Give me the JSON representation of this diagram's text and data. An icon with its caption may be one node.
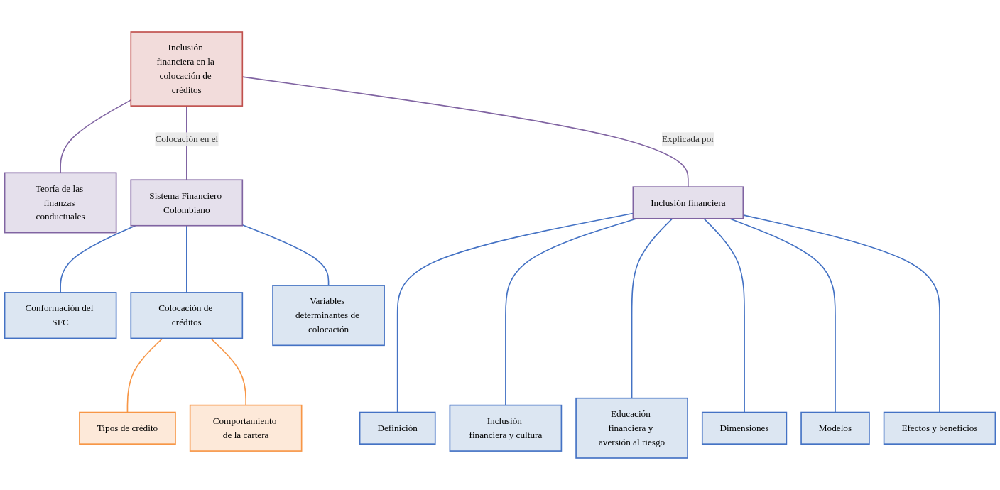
{
  "diagram": {
    "nodes": [
      {
        "text": [
          "Inclusión financiera en la colocación de créditos"
        ]
      },
      {
        "text": [
          "Sistema Financiero Colombiano"
        ]
      },
      {
        "text": [
          "Inclusión financiera"
        ]
      },
      {
        "text": [
          "Teoría de las finanzas conductuales"
        ]
      },
      {
        "text": [
          "Conformación del SFC"
        ]
      },
      {
        "text": [
          "Colocación de créditos"
        ]
      },
      {
        "text": [
          "Variables determinantes de colocación"
        ]
      },
      {
        "text": [
          "Tipos de crédito"
        ]
      },
      {
        "text": [
          "Comportamiento de la cartera"
        ]
      },
      {
        "text": [
          "Definición"
        ]
      },
      {
        "text": [
          "Inclusión financiera y cultura"
        ]
      },
      {
        "text": [
          "Educación financiera y aversión al riesgo"
        ]
      },
      {
        "text": [
          "Dimensiones"
        ]
      },
      {
        "text": [
          "Modelos"
        ]
      },
      {
        "text": [
          "Efectos y beneficios"
        ]
      }
    ],
    "edges": [
      {
        "from": 0,
        "to": 1,
        "arrow": "none",
        "label": "Colocación en el",
        "color": "#8064a2"
      },
      {
        "from": 0,
        "to": 2,
        "arrow": "none",
        "label": "Explicada por",
        "color": "#8064a2"
      },
      {
        "from": 0,
        "to": 3,
        "arrow": "none",
        "color": "#8064a2"
      },
      {
        "from": 1,
        "to": 4,
        "arrow": "none"
      },
      {
        "from": 1,
        "to": 5,
        "arrow": "none"
      },
      {
        "from": 1,
        "to": 6,
        "arrow": "none"
      },
      {
        "from": 5,
        "to": 7,
        "arrow": "none",
        "color": "#f79646"
      },
      {
        "from": 5,
        "to": 8,
        "arrow": "none",
        "color": "#f79646"
      },
      {
        "from": 2,
        "to": 9,
        "arrow": "none"
      },
      {
        "from": 2,
        "to": 10,
        "arrow": "none"
      },
      {
        "from": 2,
        "to": 11,
        "arrow": "none"
      },
      {
        "from": 2,
        "to": 12,
        "arrow": "none"
      },
      {
        "from": 2,
        "to": 13,
        "arrow": "none"
      },
      {
        "from": 2,
        "to": 14,
        "arrow": "none"
      }
    ]
  }
}
